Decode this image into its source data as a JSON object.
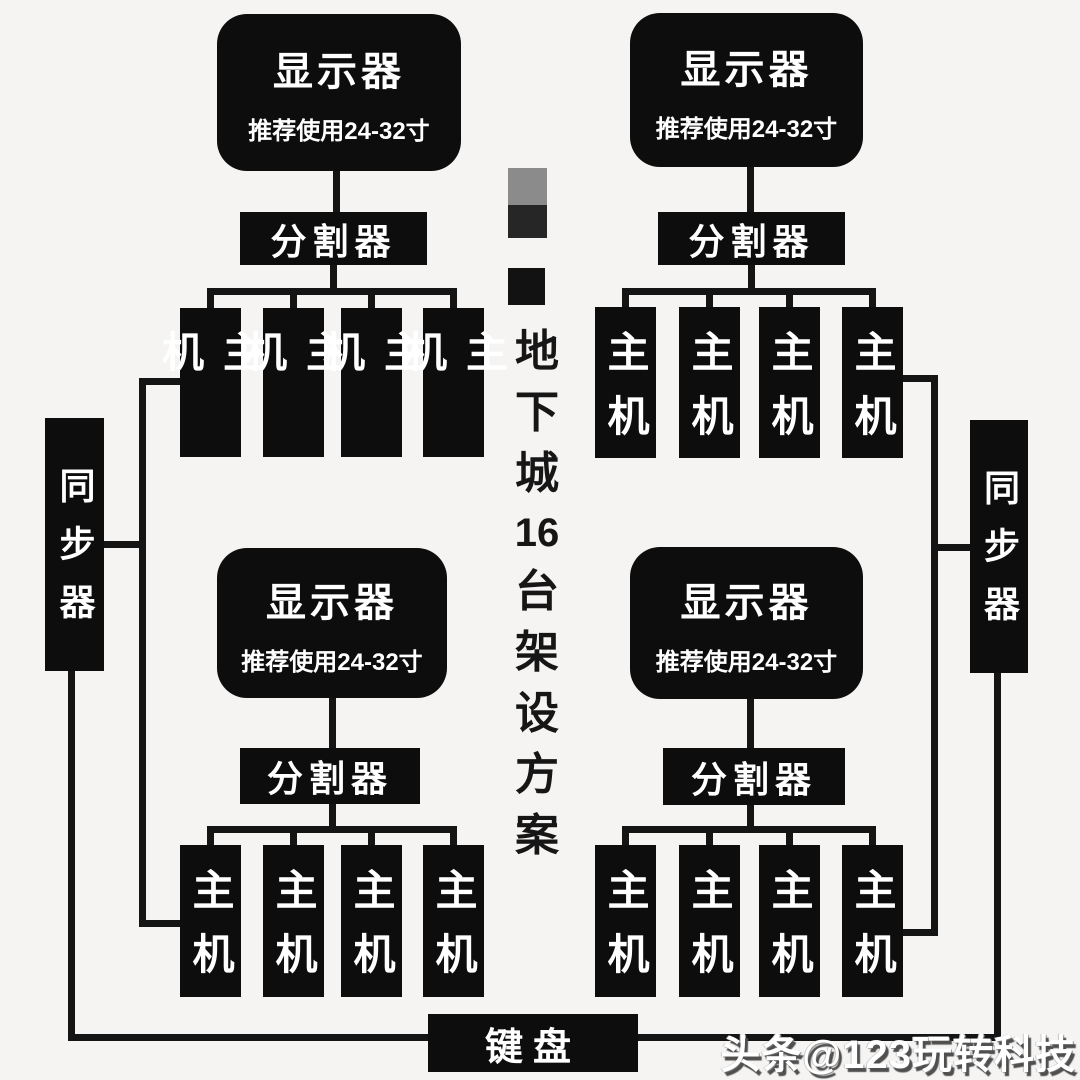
{
  "diagram_title": "地下城16台架设方案",
  "labels": {
    "monitor_title": "显示器",
    "monitor_subtitle": "推荐使用24-32寸",
    "splitter": "分割器",
    "host": "主机",
    "synchronizer": "同步器",
    "keyboard": "键盘"
  },
  "center_title": {
    "text": "地下城16台架设方案",
    "chars": [
      "地",
      "下",
      "城",
      "16",
      "台",
      "架",
      "设",
      "方",
      "案"
    ]
  },
  "watermark": "头条@123玩转科技",
  "palette": {
    "background": "#f5f4f2",
    "node_fill": "#0d0d0d",
    "node_text": "#ffffff",
    "line": "#141414",
    "center_text": "#161616",
    "legend_gray": "#8b8b8b",
    "legend_dark": "#262626",
    "legend_black": "#121212",
    "watermark_text": "#ffffff",
    "watermark_shadow": "#4f4f4f"
  },
  "structure_note": "4 groups: monitor -> splitter -> 4 hosts; left/right synchronizers bus to hosts; keyboard at bottom"
}
